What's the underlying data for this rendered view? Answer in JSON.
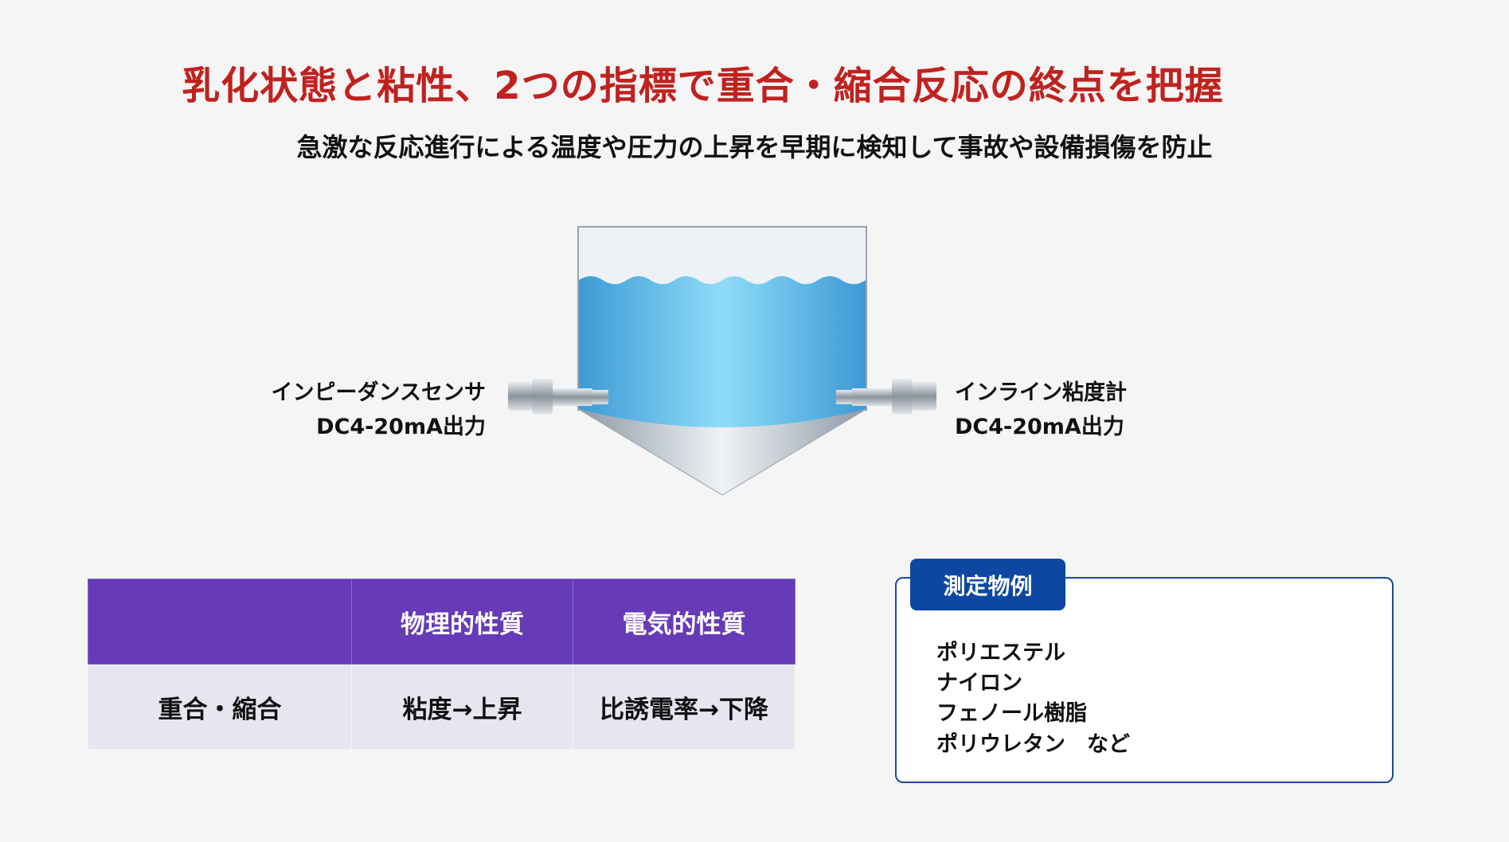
{
  "title": "乳化状態と粘性、2つの指標で重合・縮合反応の終点を把握",
  "subtitle": "急激な反応進行による温度や圧力の上昇を早期に検知して事故や設備損傷を防止",
  "left_sensor": {
    "name": "インピーダンスセンサ",
    "output": "DC4-20mA出力"
  },
  "right_sensor": {
    "name": "インライン粘度計",
    "output": "DC4-20mA出力"
  },
  "table": {
    "headers": [
      "",
      "物理的性質",
      "電気的性質"
    ],
    "rows": [
      [
        "重合・縮合",
        "粘度→上昇",
        "比誘電率→下降"
      ]
    ]
  },
  "examples": {
    "label": "測定物例",
    "items": [
      "ポリエステル",
      "ナイロン",
      "フェノール樹脂",
      "ポリウレタン　など"
    ]
  },
  "colors": {
    "title": "#c0221f",
    "table_header": "#673ab7",
    "tab": "#0d47a1",
    "liquid": "#4fb3e8"
  }
}
